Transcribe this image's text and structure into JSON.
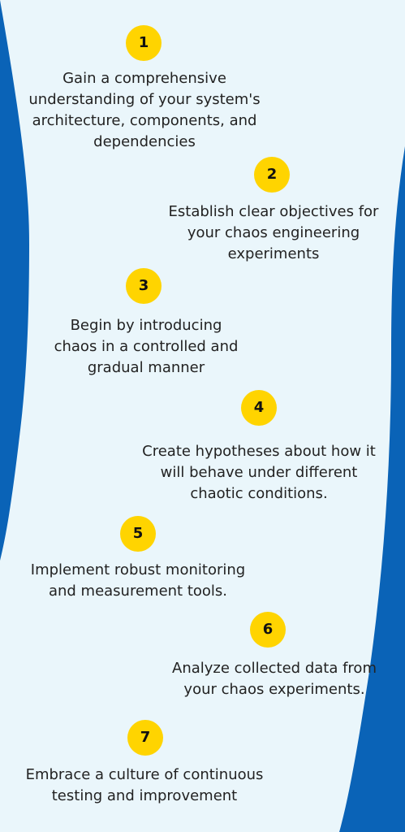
{
  "colors": {
    "background": "#eaf6fb",
    "wave": "#0a63b7",
    "badge": "#ffd400",
    "badge_text": "#111111",
    "text": "#222222"
  },
  "steps": [
    {
      "number": "1",
      "text": "Gain a comprehensive\nunderstanding of your system's\narchitecture, components, and\ndependencies"
    },
    {
      "number": "2",
      "text": "Establish clear objectives for\nyour chaos engineering\nexperiments"
    },
    {
      "number": "3",
      "text": "Begin by introducing\nchaos in a controlled and\ngradual manner"
    },
    {
      "number": "4",
      "text": "Create hypotheses about how it\nwill behave under different\nchaotic conditions."
    },
    {
      "number": "5",
      "text": "Implement robust monitoring\nand measurement tools."
    },
    {
      "number": "6",
      "text": "Analyze collected data from\nyour chaos experiments."
    },
    {
      "number": "7",
      "text": "Embrace a culture of continuous\ntesting and improvement"
    }
  ]
}
